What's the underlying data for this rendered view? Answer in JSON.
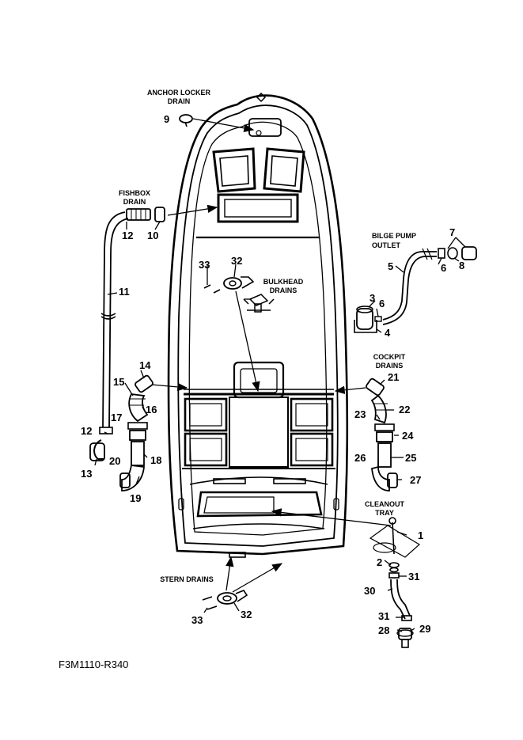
{
  "labels": {
    "anchor_locker_drain": [
      "ANCHOR LOCKER",
      "DRAIN"
    ],
    "fishbox_drain": [
      "FISHBOX",
      "DRAIN"
    ],
    "bilge_pump_outlet": [
      "BILGE PUMP",
      "OUTLET"
    ],
    "bulkhead_drains": [
      "BULKHEAD",
      "DRAINS"
    ],
    "cockpit_drains": [
      "COCKPIT",
      "DRAINS"
    ],
    "cleanout_tray": [
      "CLEANOUT",
      "TRAY"
    ],
    "stern_drains": [
      "STERN DRAINS"
    ]
  },
  "part_numbers": {
    "p1": "1",
    "p2": "2",
    "p3": "3",
    "p4": "4",
    "p5": "5",
    "p6a": "6",
    "p6b": "6",
    "p7": "7",
    "p8": "8",
    "p9": "9",
    "p10": "10",
    "p11": "11",
    "p12a": "12",
    "p12b": "12",
    "p13": "13",
    "p14": "14",
    "p15": "15",
    "p16": "16",
    "p17": "17",
    "p18": "18",
    "p19": "19",
    "p20": "20",
    "p21": "21",
    "p22": "22",
    "p23": "23",
    "p24": "24",
    "p25": "25",
    "p26": "26",
    "p27": "27",
    "p28": "28",
    "p29": "29",
    "p30": "30",
    "p31a": "31",
    "p31b": "31",
    "p32a": "32",
    "p32b": "32",
    "p33a": "33",
    "p33b": "33"
  },
  "figure_code": "F3M1110-R340"
}
